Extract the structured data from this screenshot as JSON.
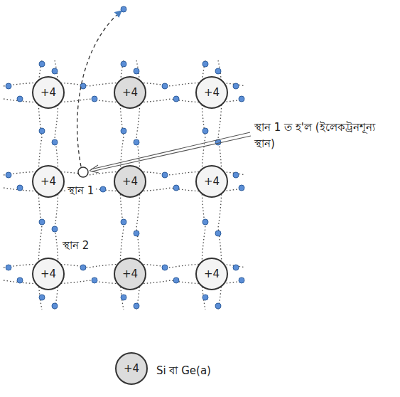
{
  "diagram": {
    "nodes": [
      {
        "text": [
          "+4"
        ]
      },
      {
        "text": [
          "+4"
        ]
      },
      {
        "text": [
          "+4"
        ]
      },
      {
        "text": [
          "+4"
        ]
      },
      {
        "text": [
          "+4"
        ]
      },
      {
        "text": [
          "+4"
        ]
      },
      {
        "text": [
          "+4"
        ]
      },
      {
        "text": [
          "+4"
        ]
      },
      {
        "text": [
          "+4"
        ]
      },
      {
        "text": [
          "+4",
          "Si বা Ge(a)"
        ]
      }
    ],
    "labels": [
      "স্থান 1 ত হ'ল (ইলেকট্রনশূন্য স্থান)",
      "স্থান 1",
      "স্থান 2"
    ]
  }
}
